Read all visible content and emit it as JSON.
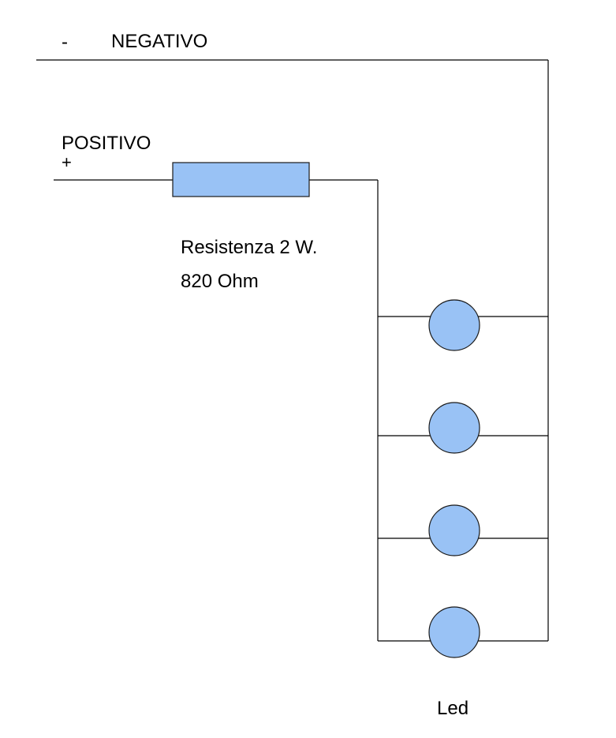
{
  "negative": {
    "sign": "-",
    "label": "NEGATIVO"
  },
  "positive": {
    "label": "POSITIVO",
    "sign": "+"
  },
  "resistor": {
    "power": "Resistenza 2 W.",
    "value": "820 Ohm"
  },
  "led": {
    "label": "Led",
    "count": 4
  },
  "colors": {
    "component_fill": "#99c2f5",
    "wire": "#000000"
  }
}
